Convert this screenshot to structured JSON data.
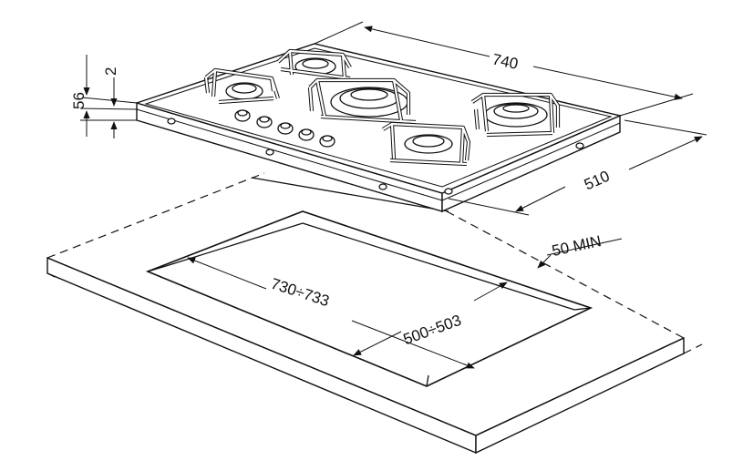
{
  "dimensions": {
    "hob_width": "740",
    "hob_depth": "510",
    "hob_height": "56",
    "glass_thickness": "2",
    "min_distance": "50 MIN",
    "cutout_width": "730÷733",
    "cutout_depth": "500÷503"
  },
  "colors": {
    "ink": "#111111",
    "background": "#ffffff"
  }
}
